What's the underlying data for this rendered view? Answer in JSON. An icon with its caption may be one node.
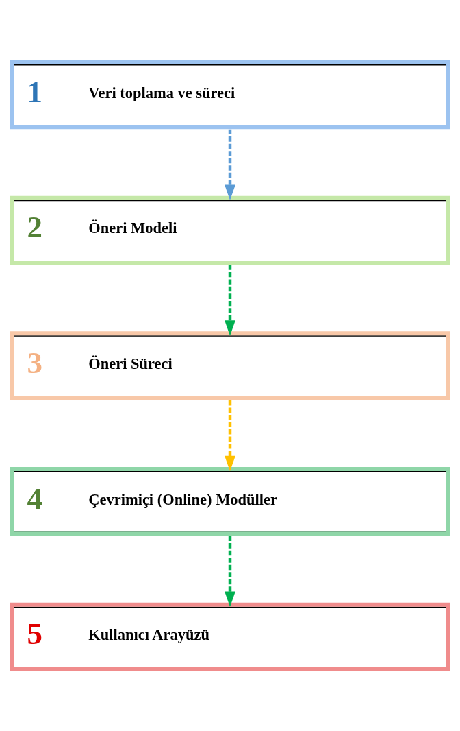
{
  "diagram": {
    "nodes": [
      {
        "text": [
          "1",
          "Veri toplama ve süreci"
        ]
      },
      {
        "text": [
          "2",
          "Öneri Modeli"
        ]
      },
      {
        "text": [
          "3",
          "Öneri Süreci"
        ]
      },
      {
        "text": [
          "4",
          "Çevrimiçi (Online) Modüller"
        ]
      },
      {
        "text": [
          "5",
          "Kullanıcı Arayüzü"
        ]
      }
    ],
    "edges": [
      {
        "from": 0,
        "to": 1,
        "arrow": "to",
        "style": "dashed",
        "color": "#5b9bd5"
      },
      {
        "from": 1,
        "to": 2,
        "arrow": "to",
        "style": "dashed",
        "color": "#00b050"
      },
      {
        "from": 2,
        "to": 3,
        "arrow": "to",
        "style": "dashed",
        "color": "#ffc000"
      },
      {
        "from": 3,
        "to": 4,
        "arrow": "to",
        "style": "dashed",
        "color": "#00b050"
      }
    ]
  }
}
